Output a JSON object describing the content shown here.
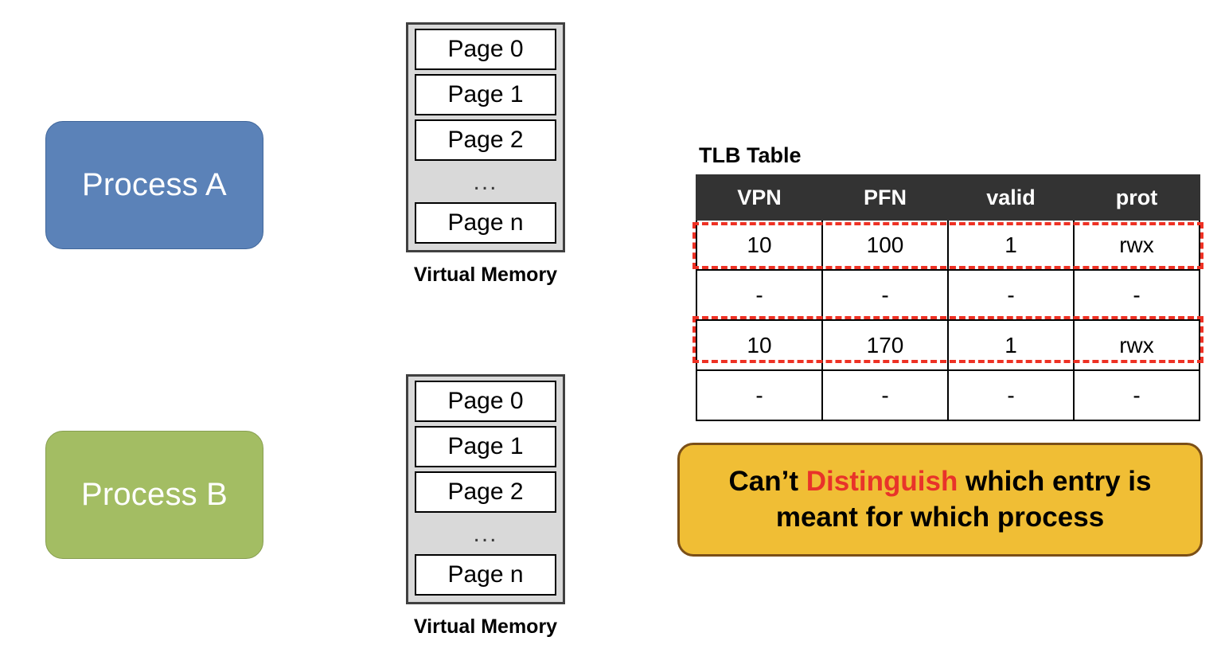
{
  "processes": [
    {
      "label": "Process A",
      "color": "#5B82B8"
    },
    {
      "label": "Process B",
      "color": "#A3BD63"
    }
  ],
  "virtual_memory": {
    "caption": "Virtual Memory",
    "cells": [
      "Page 0",
      "Page 1",
      "Page 2"
    ],
    "ellipsis": "...",
    "last_cell": "Page n"
  },
  "tlb": {
    "title": "TLB Table",
    "header_color": "#333333",
    "highlight_color": "#EE3124",
    "columns": [
      "VPN",
      "PFN",
      "valid",
      "prot"
    ],
    "rows": [
      {
        "vpn": "10",
        "pfn": "100",
        "valid": "1",
        "prot": "rwx",
        "highlighted": true
      },
      {
        "vpn": "-",
        "pfn": "-",
        "valid": "-",
        "prot": "-",
        "highlighted": false
      },
      {
        "vpn": "10",
        "pfn": "170",
        "valid": "1",
        "prot": "rwx",
        "highlighted": true
      },
      {
        "vpn": "-",
        "pfn": "-",
        "valid": "-",
        "prot": "-",
        "highlighted": false
      }
    ]
  },
  "callout": {
    "background": "#F0BE35",
    "border_color": "#7B4F17",
    "text_before": "Can’t ",
    "accent_word": "Distinguish",
    "text_after": " which entry is meant for which process"
  }
}
